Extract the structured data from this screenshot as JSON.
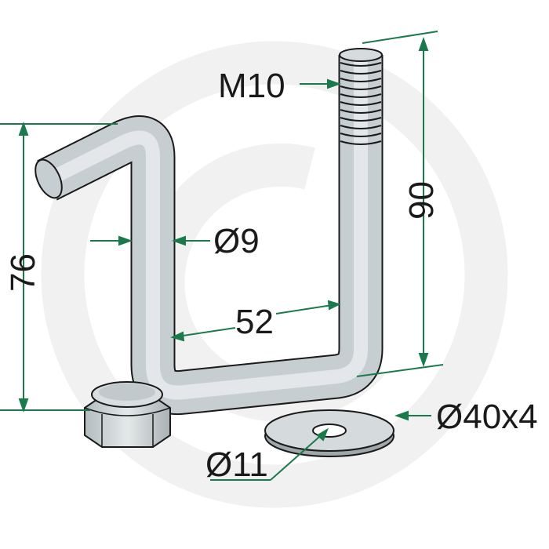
{
  "colors": {
    "dimension_line": "#1b7a4c",
    "part_fill": "#c9d0d2",
    "part_highlight": "#eef1f2",
    "outline": "#1a1a1a",
    "watermark": "#f2f2f2",
    "text": "#1a1a1a"
  },
  "labels": {
    "thread": "M10",
    "height_right": "90",
    "height_left": "76",
    "rod_diameter": "Ø9",
    "width": "52",
    "washer_size": "Ø40x4",
    "washer_hole": "Ø11"
  }
}
